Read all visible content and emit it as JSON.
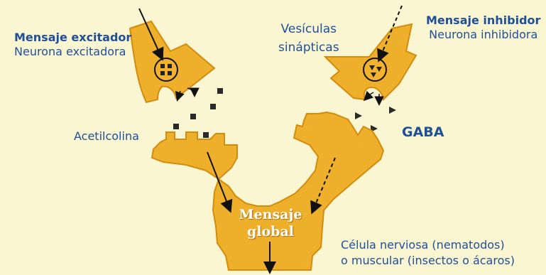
{
  "labels": {
    "excitatory_message": "Mensaje excitador",
    "excitatory_neuron": "Neurona excitadora",
    "vesicles_line1": "Vesículas",
    "vesicles_line2": "sinápticas",
    "inhibitory_message": "Mensaje inhibidor",
    "inhibitory_neuron": "Neurona inhibidora",
    "acetylcholine": "Acetilcolina",
    "gaba": "GABA",
    "global_line1": "Mensaje",
    "global_line2": "global",
    "target_line1": "Célula nerviosa (nematodos)",
    "target_line2": "o muscular (insectos o ácaros)"
  },
  "colors": {
    "background": "#fbf6d2",
    "cell": "#f2b12e",
    "cell_edge": "#d48a12",
    "text": "#1f4f97",
    "arrow": "#111111"
  }
}
